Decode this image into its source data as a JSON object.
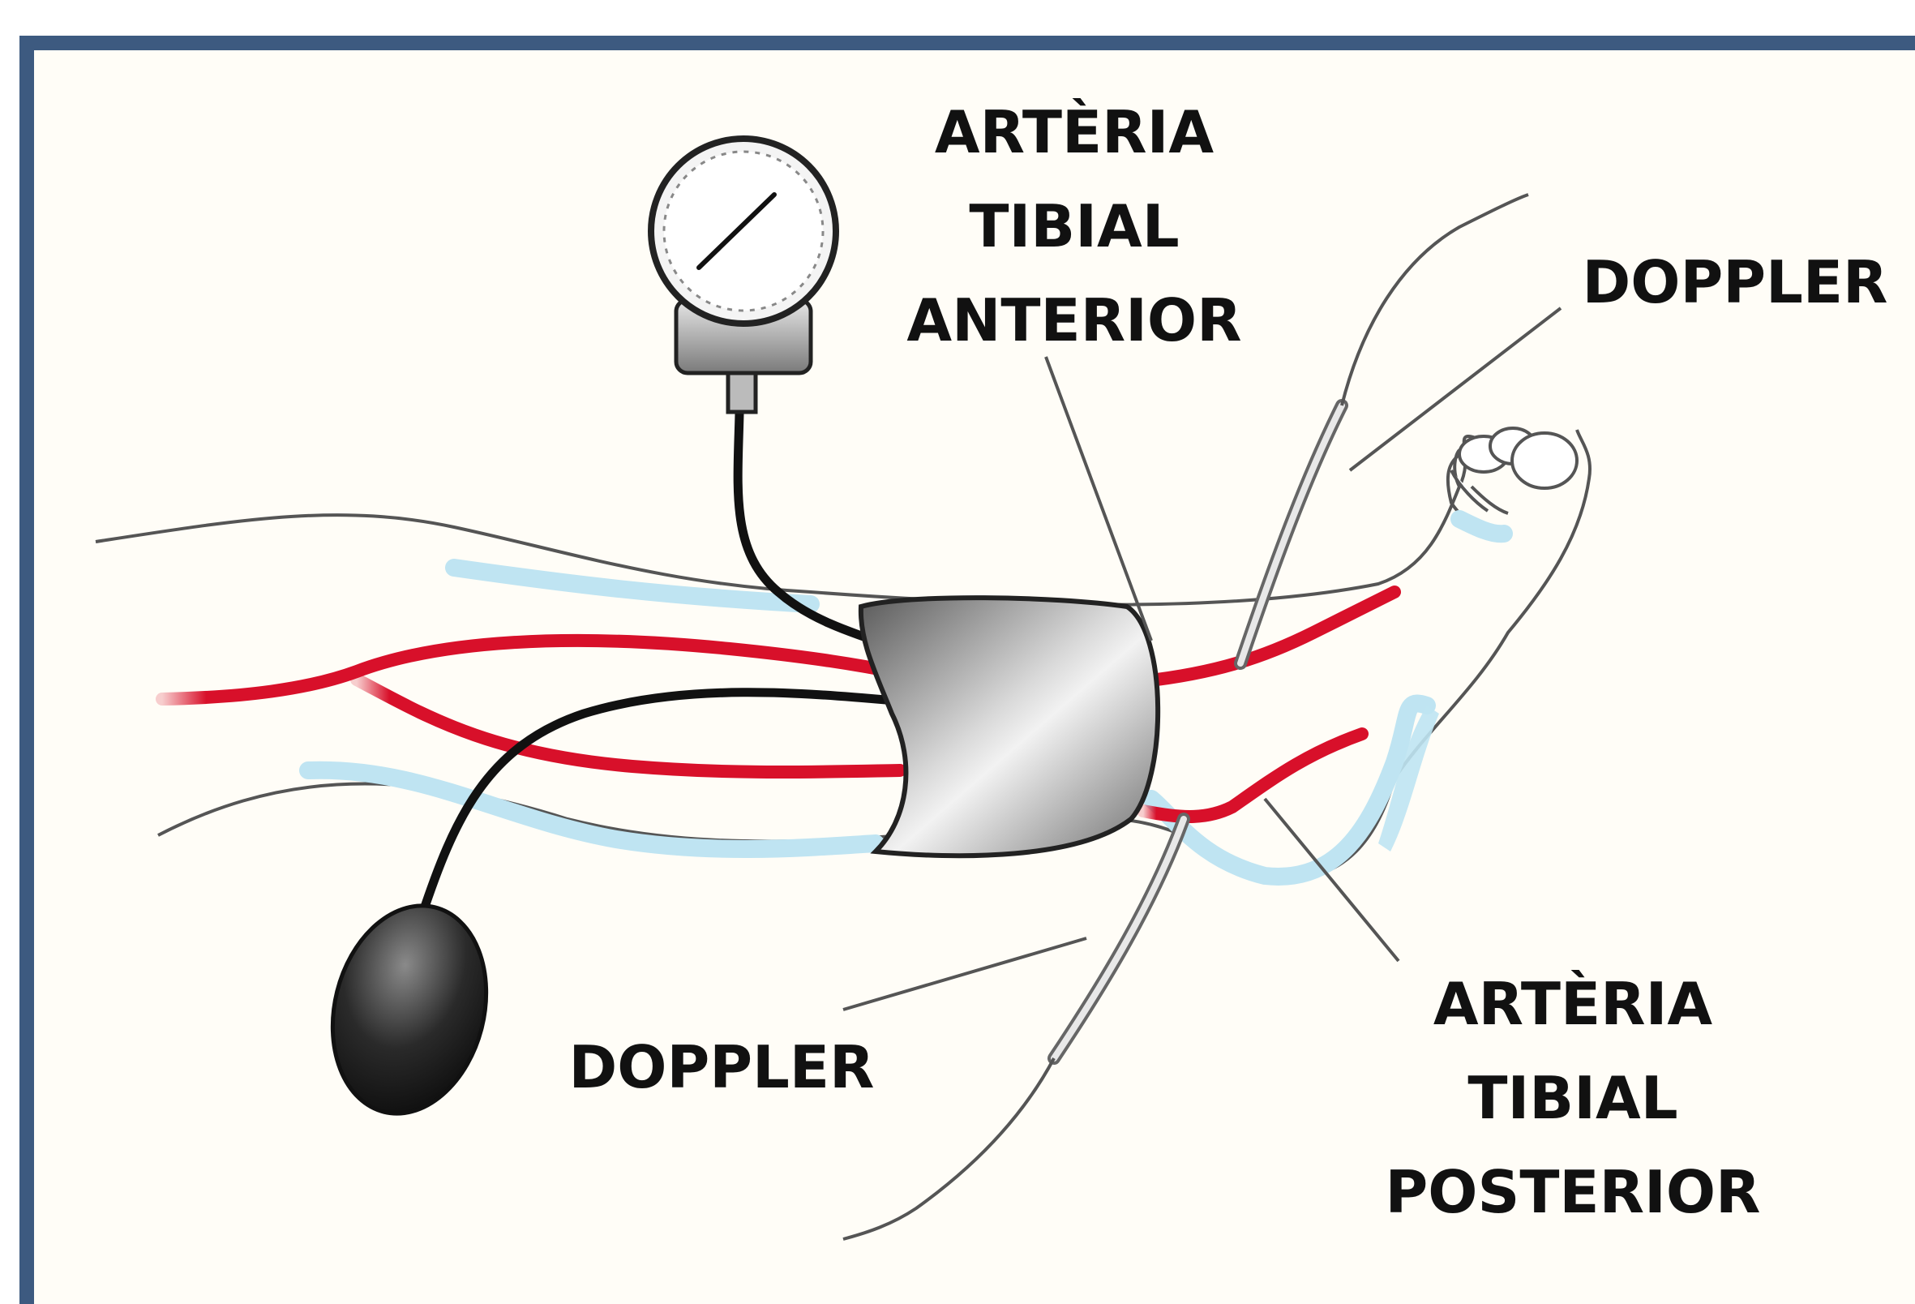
{
  "labels": {
    "arteria_tibial_anterior": [
      "ARTÈRIA",
      "TIBIAL",
      "ANTERIOR"
    ],
    "arteria_tibial_posterior": [
      "ARTÈRIA",
      "TIBIAL",
      "POSTERIOR"
    ],
    "doppler_top": "DOPPLER",
    "doppler_bottom": "DOPPLER"
  },
  "colors": {
    "frame": "#3d5a80",
    "artery": "#d8102a",
    "vein": "#bfe4f2",
    "tube": "#111111",
    "cuff": "#9a9a9a"
  },
  "icons": [
    "sphygmomanometer-gauge-icon",
    "blood-pressure-cuff-icon",
    "inflation-bulb-icon",
    "doppler-probe-icon"
  ]
}
